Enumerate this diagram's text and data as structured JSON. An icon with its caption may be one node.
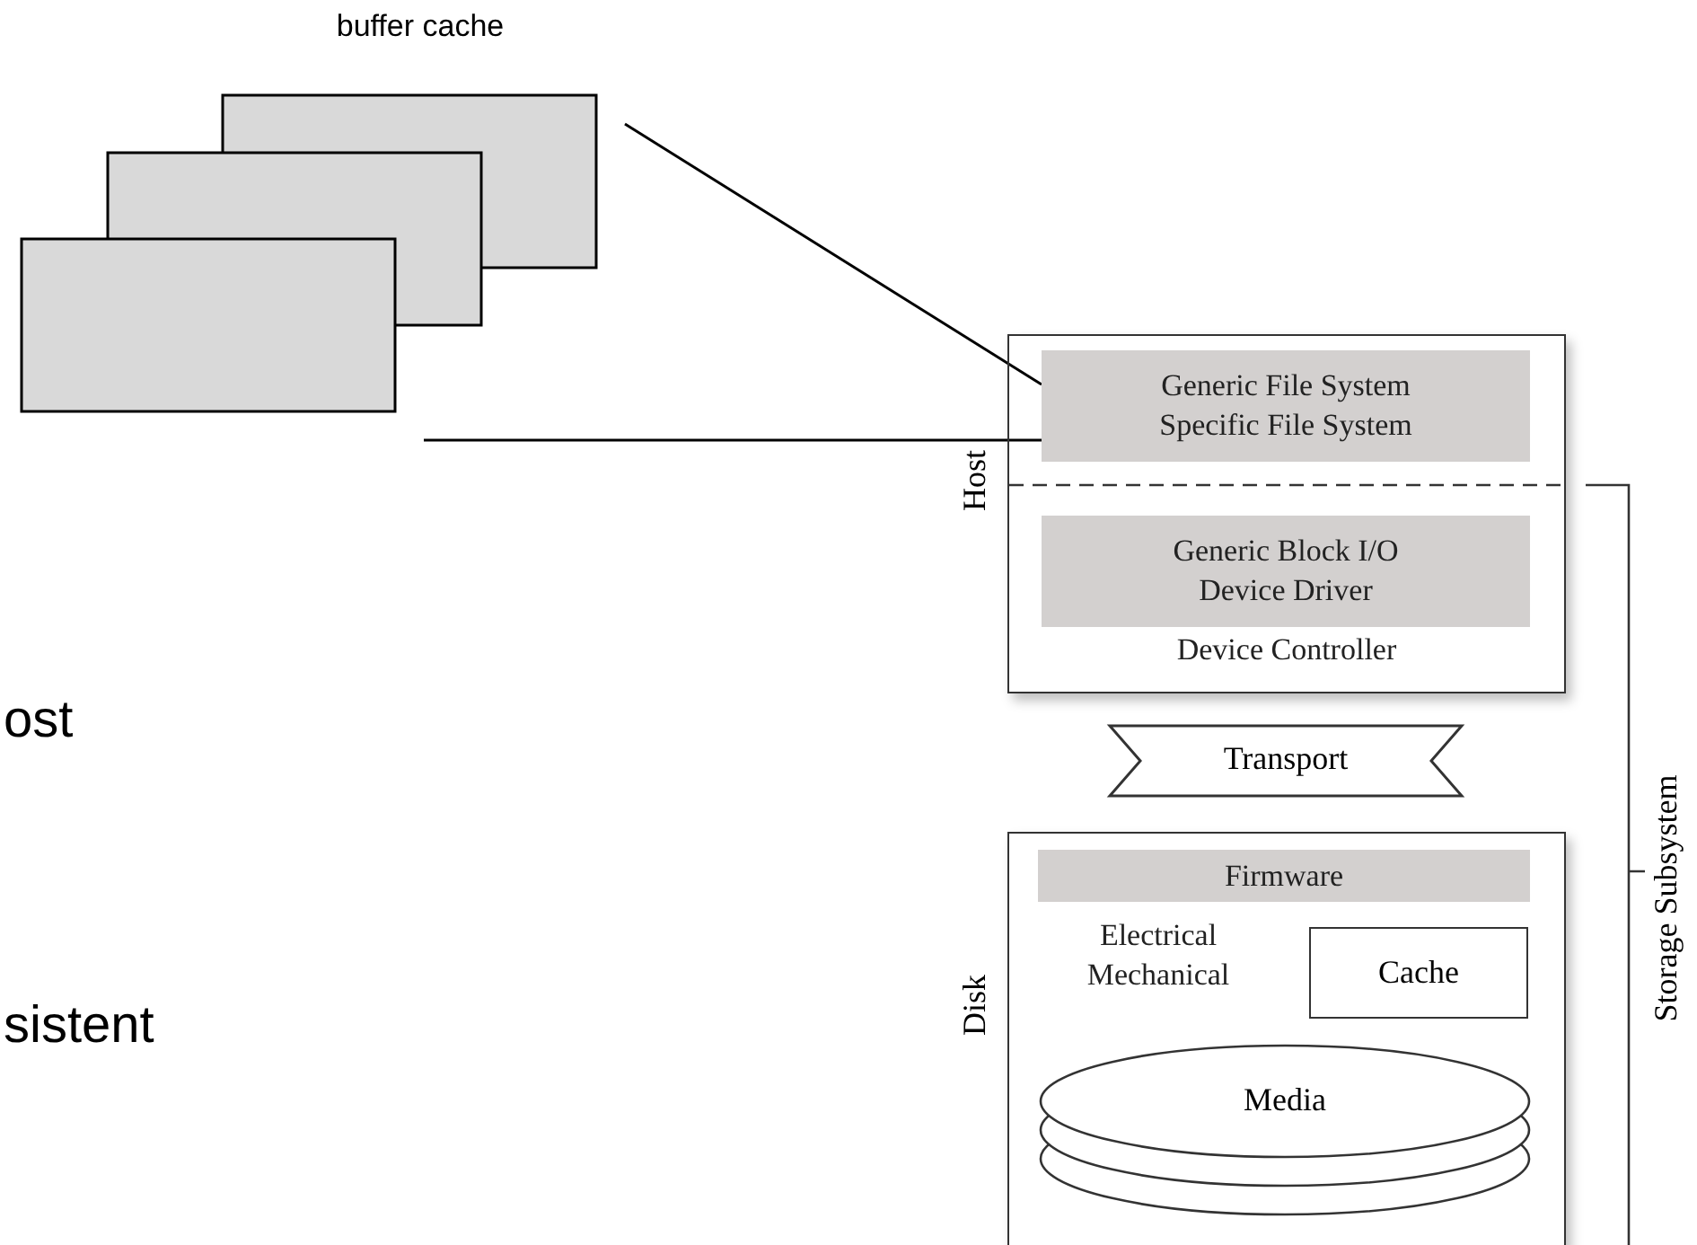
{
  "diagram": {
    "nodes": [
      {
        "text": [
          "buffer cache"
        ]
      },
      {
        "text": [
          "Host",
          "Device Controller"
        ]
      },
      {
        "text": [
          "Generic File System",
          "Specific File System"
        ],
        "in": 1
      },
      {
        "text": [
          "Generic Block I/O",
          "Device Driver"
        ],
        "in": 1
      },
      {
        "text": [
          "Transport"
        ]
      },
      {
        "text": [
          "Disk",
          "Electrical Mechanical"
        ]
      },
      {
        "text": [
          "Firmware"
        ],
        "in": 5
      },
      {
        "text": [
          "Cache"
        ],
        "in": 5
      },
      {
        "text": [
          "Media"
        ],
        "in": 5
      }
    ],
    "edges": [
      {
        "from": 0,
        "to": 2,
        "arrow": "none"
      },
      {
        "from": 0,
        "to": 2,
        "arrow": "none"
      }
    ],
    "labels": [
      "Storage Subsystem",
      "ost",
      "sistent"
    ]
  }
}
